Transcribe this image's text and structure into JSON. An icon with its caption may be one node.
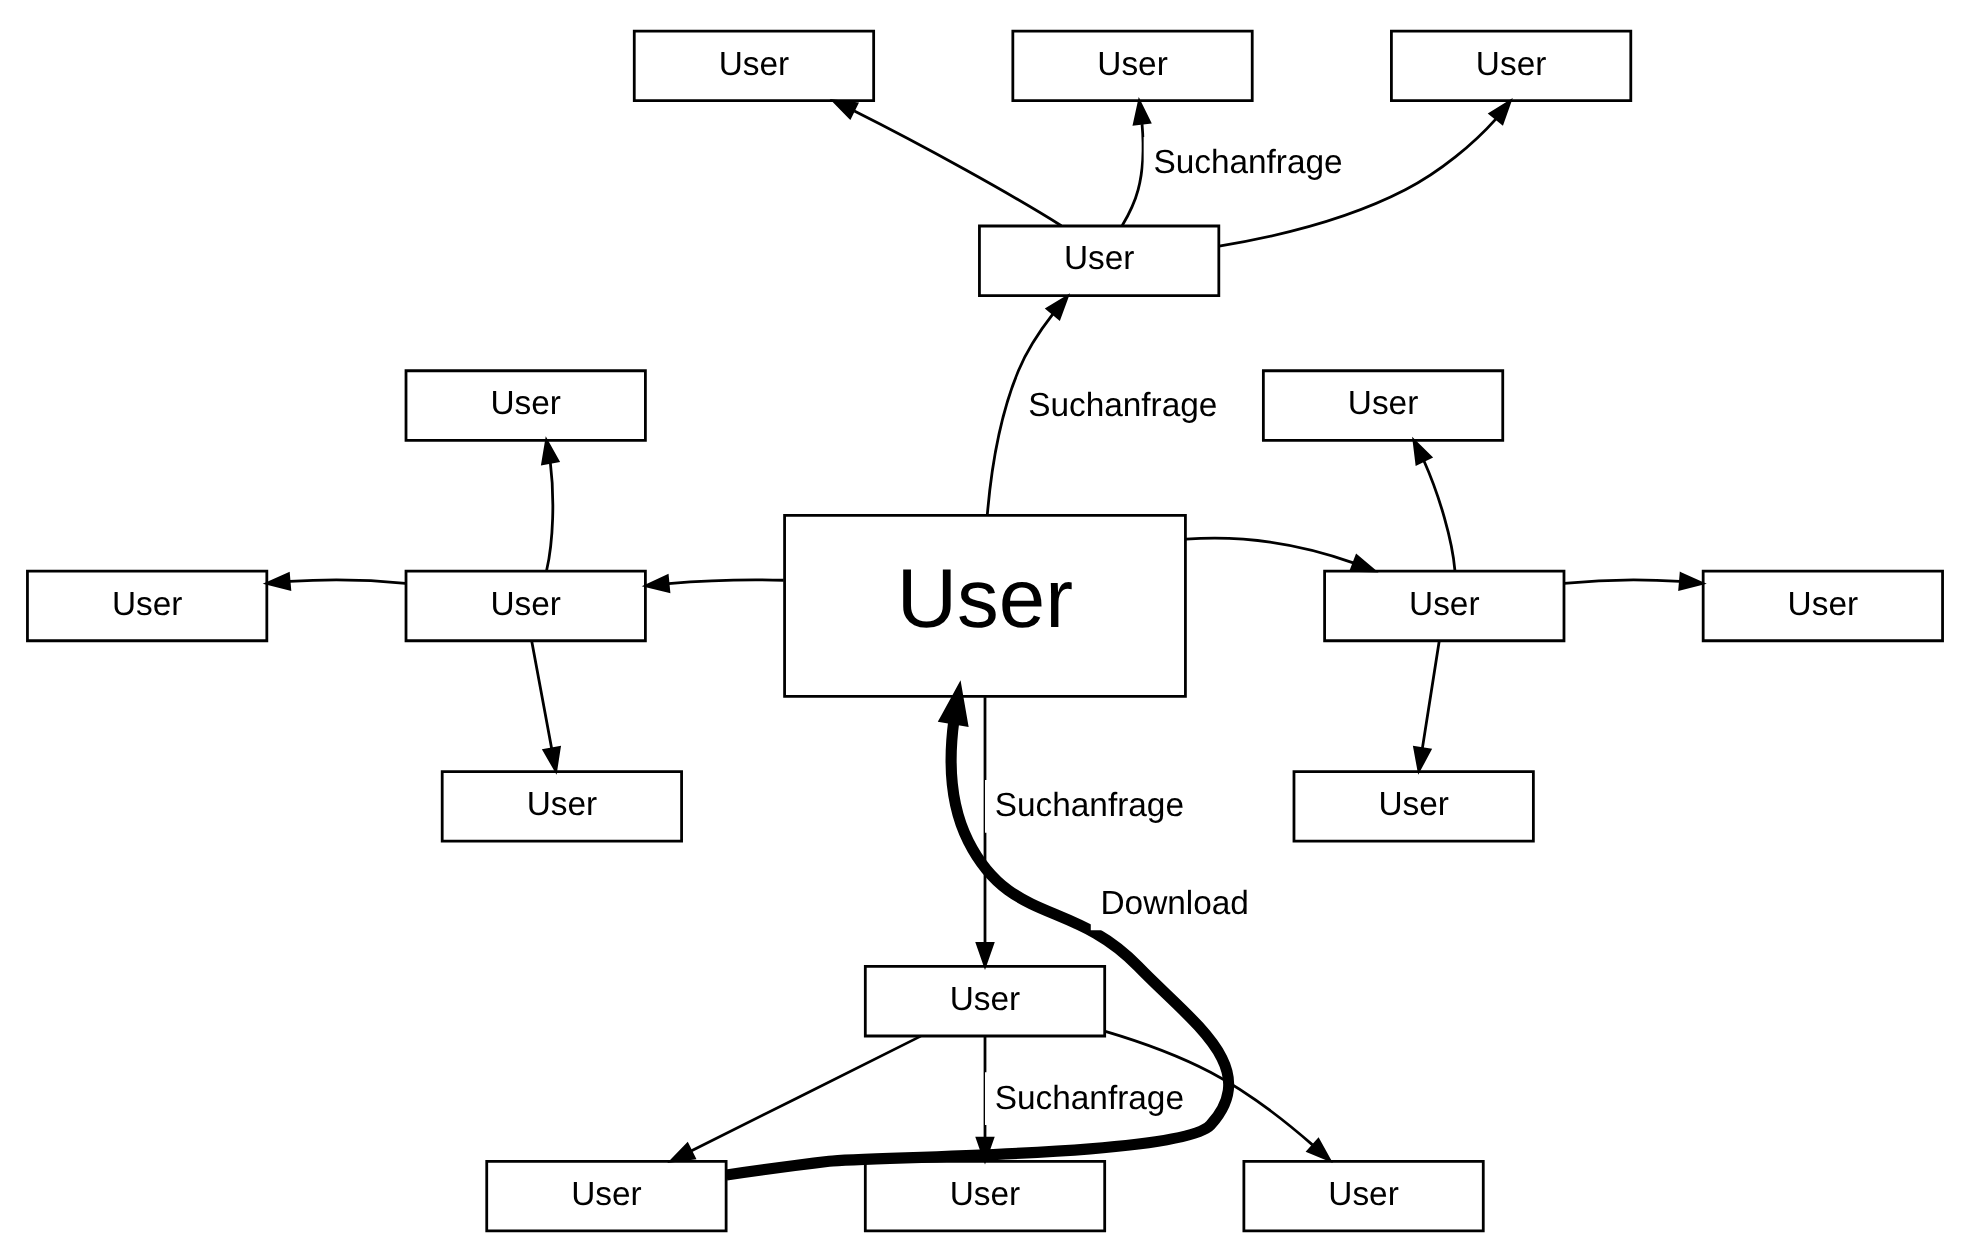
{
  "diagram": {
    "nodes": [
      {
        "text": [
          "User"
        ]
      },
      {
        "text": [
          "User"
        ]
      },
      {
        "text": [
          "User"
        ]
      },
      {
        "text": [
          "User"
        ]
      },
      {
        "text": [
          "User"
        ]
      },
      {
        "text": [
          "User"
        ]
      },
      {
        "text": [
          "User"
        ]
      },
      {
        "text": [
          "User"
        ]
      },
      {
        "text": [
          "User"
        ]
      },
      {
        "text": [
          "User"
        ]
      },
      {
        "text": [
          "User"
        ]
      },
      {
        "text": [
          "User"
        ]
      },
      {
        "text": [
          "User"
        ]
      },
      {
        "text": [
          "User"
        ]
      },
      {
        "text": [
          "User"
        ]
      },
      {
        "text": [
          "User"
        ]
      },
      {
        "text": [
          "User"
        ]
      }
    ],
    "edges": [
      {
        "from": 8,
        "to": 3,
        "arrow": "to",
        "label": "Suchanfrage"
      },
      {
        "from": 3,
        "to": 0,
        "arrow": "to"
      },
      {
        "from": 3,
        "to": 1,
        "arrow": "to",
        "label": "Suchanfrage"
      },
      {
        "from": 3,
        "to": 2,
        "arrow": "to"
      },
      {
        "from": 8,
        "to": 7,
        "arrow": "to"
      },
      {
        "from": 7,
        "to": 4,
        "arrow": "to"
      },
      {
        "from": 7,
        "to": 6,
        "arrow": "to"
      },
      {
        "from": 7,
        "to": 11,
        "arrow": "to"
      },
      {
        "from": 8,
        "to": 9,
        "arrow": "to"
      },
      {
        "from": 9,
        "to": 5,
        "arrow": "to"
      },
      {
        "from": 9,
        "to": 10,
        "arrow": "to"
      },
      {
        "from": 9,
        "to": 12,
        "arrow": "to"
      },
      {
        "from": 8,
        "to": 13,
        "arrow": "to",
        "label": "Suchanfrage"
      },
      {
        "from": 13,
        "to": 14,
        "arrow": "to"
      },
      {
        "from": 13,
        "to": 16,
        "arrow": "to",
        "label": "Suchanfrage"
      },
      {
        "from": 13,
        "to": 15,
        "arrow": "to"
      },
      {
        "from": 14,
        "to": 8,
        "arrow": "to",
        "label": "Download",
        "style": "thick"
      }
    ]
  }
}
